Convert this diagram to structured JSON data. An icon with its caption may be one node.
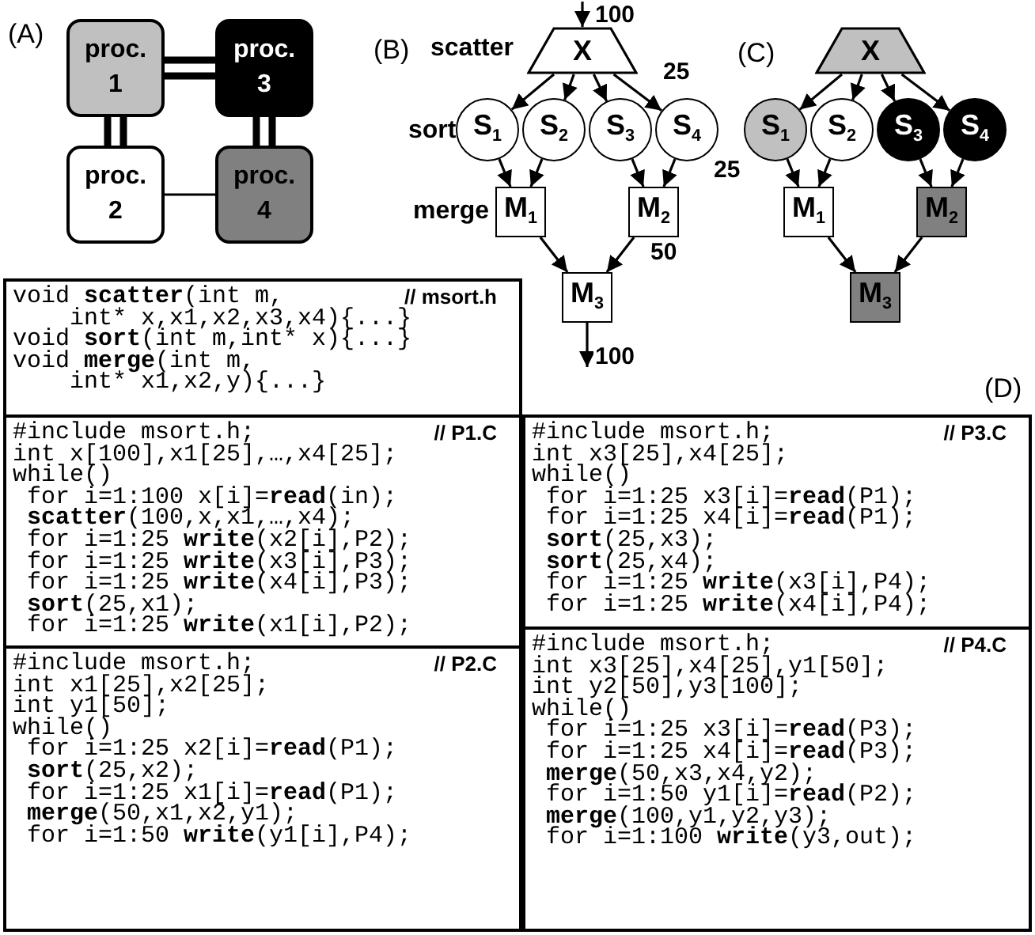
{
  "diagram": {
    "nodes": [
      {
        "text": [
          "proc. 1"
        ]
      },
      {
        "text": [
          "proc. 3"
        ]
      },
      {
        "text": [
          "proc. 2"
        ]
      },
      {
        "text": [
          "proc. 4"
        ]
      },
      {
        "text": [
          "X"
        ],
        "beside": [
          "scatter"
        ]
      },
      {
        "text": [
          "S$_{1}$"
        ],
        "beside": [
          "sort"
        ]
      },
      {
        "text": [
          "S$_{2}$"
        ]
      },
      {
        "text": [
          "S$_{3}$"
        ]
      },
      {
        "text": [
          "S$_{4}$"
        ]
      },
      {
        "text": [
          "M$_{1}$"
        ],
        "beside": [
          "merge"
        ]
      },
      {
        "text": [
          "M$_{2}$"
        ]
      },
      {
        "text": [
          "M$_{3}$"
        ]
      },
      {
        "text": [
          "X"
        ]
      },
      {
        "text": [
          "S$_{1}$"
        ]
      },
      {
        "text": [
          "S$_{2}$"
        ]
      },
      {
        "text": [
          "S$_{3}$"
        ]
      },
      {
        "text": [
          "S$_{4}$"
        ]
      },
      {
        "text": [
          "M$_{1}$"
        ]
      },
      {
        "text": [
          "M$_{2}$"
        ]
      },
      {
        "text": [
          "M$_{3}$"
        ]
      },
      {
        "text": [
          "// msort.h",
          "void **scatter**(int m,",
          "    int* x,x1,x2,x3,x4){...}",
          "void **sort**(int m,int* x){...}",
          "void **merge**(int m,",
          "    int* x1,x2,y){...}"
        ]
      },
      {
        "text": [
          "// P1.C",
          "#include msort.h;",
          "int x[100],x1[25],…,x4[25];",
          "while()",
          " for i=1:100 x[i]=**read**(in);",
          " **scatter**(100,x,x1,…,x4);",
          " for i=1:25 **write**(x2[i],P2);",
          " for i=1:25 **write**(x3[i],P3);",
          " for i=1:25 **write**(x4[i],P3);",
          " **sort**(25,x1);",
          " for i=1:25 **write**(x1[i],P2);"
        ]
      },
      {
        "text": [
          "// P3.C",
          "#include msort.h;",
          "int x3[25],x4[25];",
          "while()",
          " for i=1:25 x3[i]=**read**(P1);",
          " for i=1:25 x4[i]=**read**(P1);",
          " **sort**(25,x3);",
          " **sort**(25,x4);",
          " for i=1:25 **write**(x3[i],P4);",
          " for i=1:25 **write**(x4[i],P4);"
        ]
      },
      {
        "text": [
          "// P2.C",
          "#include msort.h;",
          "int x1[25],x2[25];",
          "int y1[50];",
          "while()",
          " for i=1:25 x2[i]=**read**(P1);",
          " **sort**(25,x2);",
          " for i=1:25 x1[i]=**read**(P1);",
          " **merge**(50,x1,x2,y1);",
          " for i=1:50 **write**(y1[i],P4);"
        ]
      },
      {
        "text": [
          "// P4.C",
          "#include msort.h;",
          "int x3[25],x4[25],y1[50];",
          "int y2[50],y3[100];",
          "while()",
          " for i=1:25 x3[i]=**read**(P3);",
          " for i=1:25 x4[i]=**read**(P3);",
          " **merge**(50,x3,x4,y2);",
          " for i=1:50 y1[i]=**read**(P2);",
          " **merge**(100,y1,y2,y3);",
          " for i=1:100 **write**(y3,out);"
        ]
      }
    ],
    "edges": [
      {
        "from": 0,
        "to": 1,
        "arrow": "none",
        "style": "thick"
      },
      {
        "from": 0,
        "to": 2,
        "arrow": "none",
        "style": "thick"
      },
      {
        "from": 1,
        "to": 3,
        "arrow": "none",
        "style": "thick"
      },
      {
        "from": 2,
        "to": 3,
        "arrow": "none"
      },
      {
        "from": null,
        "to": 4,
        "arrow": "to",
        "label": "100"
      },
      {
        "from": 4,
        "to": 5,
        "arrow": "to"
      },
      {
        "from": 4,
        "to": 6,
        "arrow": "to"
      },
      {
        "from": 4,
        "to": 7,
        "arrow": "to"
      },
      {
        "from": 4,
        "to": 8,
        "arrow": "to",
        "label": "25"
      },
      {
        "from": 5,
        "to": 9,
        "arrow": "to"
      },
      {
        "from": 6,
        "to": 9,
        "arrow": "to"
      },
      {
        "from": 7,
        "to": 10,
        "arrow": "to"
      },
      {
        "from": 8,
        "to": 10,
        "arrow": "to",
        "label": "25"
      },
      {
        "from": 9,
        "to": 11,
        "arrow": "to"
      },
      {
        "from": 10,
        "to": 11,
        "arrow": "to",
        "label": "50"
      },
      {
        "from": 11,
        "to": null,
        "arrow": "to",
        "label": "100"
      },
      {
        "from": 12,
        "to": 13,
        "arrow": "to"
      },
      {
        "from": 12,
        "to": 14,
        "arrow": "to"
      },
      {
        "from": 12,
        "to": 15,
        "arrow": "to"
      },
      {
        "from": 12,
        "to": 16,
        "arrow": "to"
      },
      {
        "from": 13,
        "to": 17,
        "arrow": "to"
      },
      {
        "from": 14,
        "to": 17,
        "arrow": "to"
      },
      {
        "from": 15,
        "to": 18,
        "arrow": "to"
      },
      {
        "from": 16,
        "to": 18,
        "arrow": "to"
      },
      {
        "from": 17,
        "to": 19,
        "arrow": "to"
      },
      {
        "from": 18,
        "to": 19,
        "arrow": "to"
      }
    ],
    "labels": [
      "(A)",
      "(B)",
      "(C)",
      "(D)"
    ]
  }
}
